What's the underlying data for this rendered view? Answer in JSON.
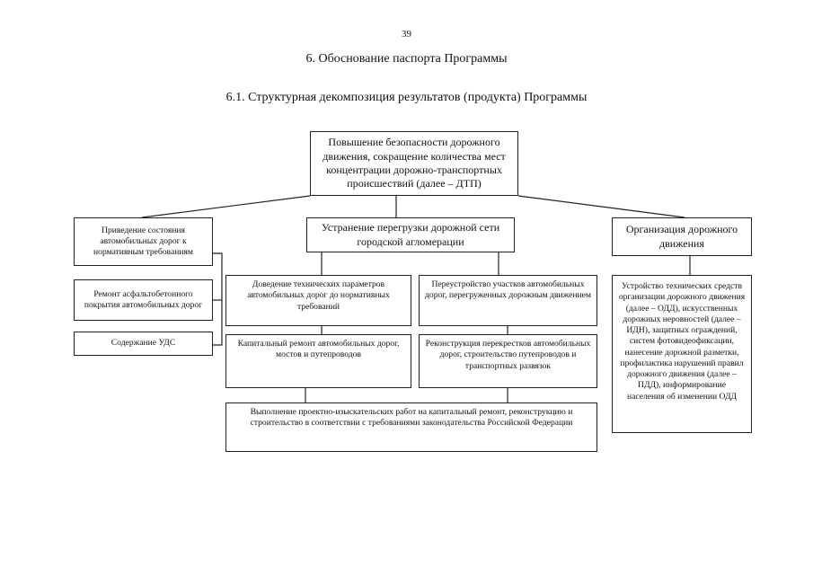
{
  "page_number": "39",
  "heading": "6. Обоснование паспорта Программы",
  "subheading": "6.1. Структурная декомпозиция результатов (продукта) Программы",
  "diagram": {
    "root": "Повышение безопасности дорожного движения, сокращение количества мест концентрации дорожно-транспортных происшествий (далее – ДТП)",
    "left": {
      "title": "Приведение состояния автомобильных дорог к нормативным требованиям",
      "items": [
        "Ремонт асфальтобетонного покрытия автомобильных дорог",
        "Содержание УДС"
      ]
    },
    "center": {
      "title": "Устранение перегрузки дорожной сети городской агломерации",
      "col1": [
        "Доведение технических параметров автомобильных дорог до нормативных требований",
        "Капитальный ремонт автомобильных дорог, мостов и путепроводов"
      ],
      "col2": [
        "Переустройство участков автомобильных дорог, перегруженных дорожным движением",
        "Реконструкция перекрестков автомобильных дорог, строительство путепроводов и транспортных развязок"
      ],
      "bottom": "Выполнение проектно-изыскательских работ на капитальный ремонт, реконструкцию и строительство в соответствии с требованиями законодательства Российской Федерации"
    },
    "right": {
      "title": "Организация дорожного движения",
      "item": "Устройство технических средств организации дорожного движения (далее – ОДД), искусственных дорожных неровностей (далее – ИДН), защитных ограждений, систем фотовидеофиксации, нанесение дорожной разметки, профилактика нарушений правил дорожного движения (далее – ПДД), информирование населения об изменении ОДД"
    }
  }
}
